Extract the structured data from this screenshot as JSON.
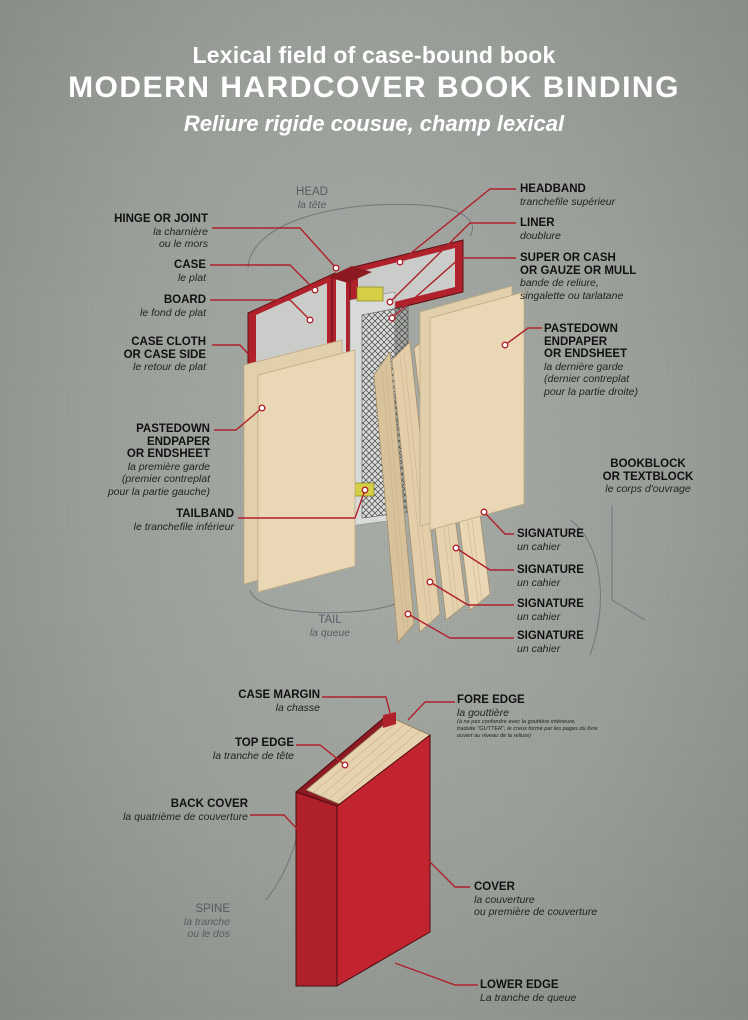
{
  "title": {
    "line1": "Lexical field of case-bound book",
    "line2": "MODERN HARDCOVER BOOK BINDING",
    "line3": "Reliure rigide cousue, champ lexical"
  },
  "labels": {
    "head": {
      "main": "HEAD",
      "sub": "la tête"
    },
    "hinge": {
      "main": "HINGE or JOINT",
      "sub1": "la charnière",
      "sub2": "ou le mors"
    },
    "case": {
      "main": "CASE",
      "sub": "le plat"
    },
    "board": {
      "main": "BOARD",
      "sub": "le fond de plat"
    },
    "case_cloth": {
      "main1": "CASE CLOTH",
      "main2": "or CASE SIDE",
      "sub": "le retour de plat"
    },
    "pastedown_left": {
      "main1": "PASTEDOWN",
      "main2": "ENDPAPER",
      "main3": "or ENDSHEET",
      "sub1": "la première garde",
      "sub2": "(premier contreplat",
      "sub3": "pour la partie gauche)"
    },
    "tailband": {
      "main": "TAILBAND",
      "sub": "le tranchefile inférieur"
    },
    "headband": {
      "main": "HEADBAND",
      "sub": "tranchefile supérieur"
    },
    "liner": {
      "main": "LINER",
      "sub": "doublure"
    },
    "super": {
      "main1": "SUPER or CASH",
      "main2": "or GAUZE or MULL",
      "sub1": "bande de reliure,",
      "sub2": "singalette ou tarlatane"
    },
    "pastedown_right": {
      "main1": "PASTEDOWN",
      "main2": "ENDPAPER",
      "main3": "or ENDSHEET",
      "sub1": "la dernière garde",
      "sub2": "(dernier contreplat",
      "sub3": "pour la partie droite)"
    },
    "bookblock": {
      "main1": "BOOKBLOCK",
      "main2": "or TEXTBLOCK",
      "sub": "le corps d'ouvrage"
    },
    "signature": {
      "main": "SIGNATURE",
      "sub": "un cahier"
    },
    "tail": {
      "main": "TAIL",
      "sub": "la queue"
    },
    "case_margin": {
      "main": "CASE MARGIN",
      "sub": "la chasse"
    },
    "top_edge": {
      "main": "TOP EDGE",
      "sub": "la tranche de tête"
    },
    "back_cover": {
      "main": "BACK COVER",
      "sub": "la quatrième de couverture"
    },
    "spine": {
      "main": "SPINE",
      "sub1": "la tranche",
      "sub2": "ou le dos"
    },
    "fore_edge": {
      "main": "FORE EDGE",
      "sub": "la gouttière",
      "note1": "(à ne pas confondre avec la gouttière intérieure,",
      "note2": "traduite \"GUTTER\", le creux formé par les pages du livre",
      "note3": "ouvert au niveau de la reliure)"
    },
    "cover": {
      "main": "COVER",
      "sub1": "la couverture",
      "sub2": "ou première de couverture"
    },
    "lower_edge": {
      "main": "LOWER EDGE",
      "sub": "La tranche de queue"
    }
  },
  "colors": {
    "binding_red": "#b0212c",
    "paper": "#ead7b5",
    "leader": "#b0212c",
    "background": "#9ea29d"
  }
}
